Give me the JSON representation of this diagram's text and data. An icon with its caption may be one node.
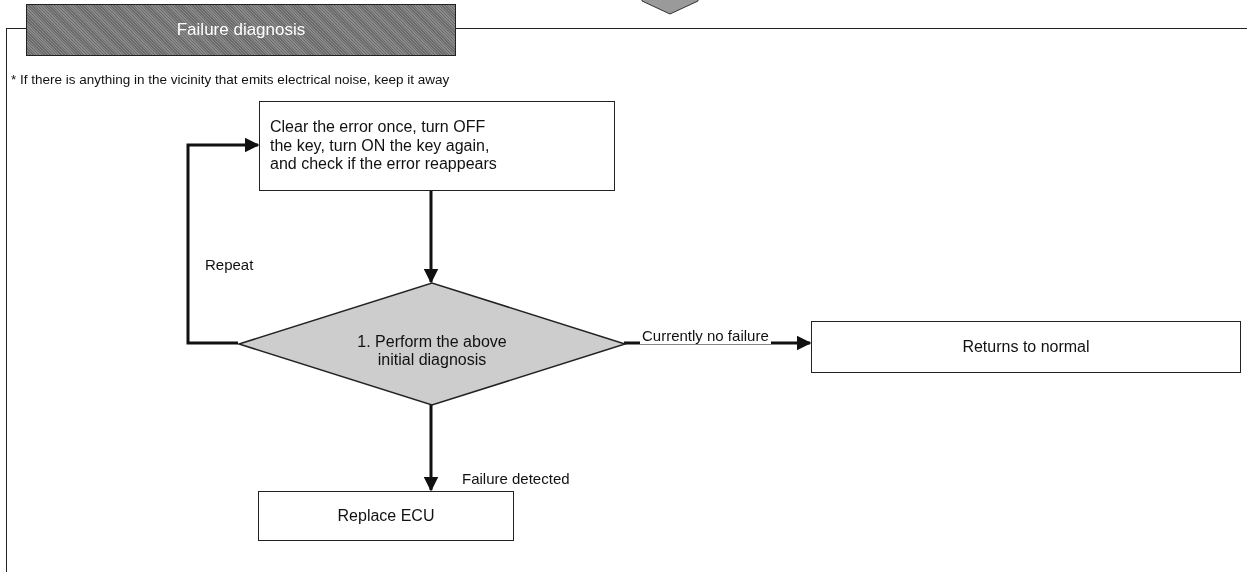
{
  "diagram": {
    "nodes": [
      {
        "text": [
          "Failure diagnosis",
          "* If there is anything in the vicinity that emits electrical noise, keep it away"
        ]
      },
      {
        "text": [
          "Clear the error once, turn OFF the key, turn ON the key again, and check if the error reappears"
        ],
        "in": 0
      },
      {
        "text": [
          "1. Perform the above initial diagnosis"
        ],
        "in": 0
      },
      {
        "text": [
          "Returns to normal"
        ],
        "in": 0
      },
      {
        "text": [
          "Replace ECU"
        ],
        "in": 0
      }
    ],
    "edges": [
      {
        "from": null,
        "to": 0,
        "arrow": "to"
      },
      {
        "from": 1,
        "to": 2,
        "arrow": "to"
      },
      {
        "from": 2,
        "to": 1,
        "arrow": "to",
        "label": "Repeat"
      },
      {
        "from": 2,
        "to": 3,
        "arrow": "to",
        "label": "Currently no failure"
      },
      {
        "from": 2,
        "to": 4,
        "arrow": "to",
        "label": "Failure detected"
      }
    ]
  }
}
